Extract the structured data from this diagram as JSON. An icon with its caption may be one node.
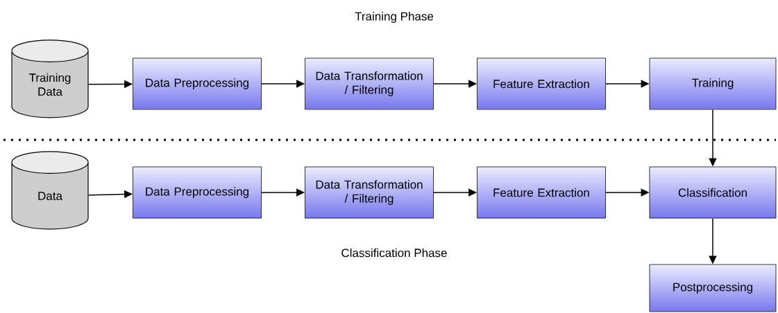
{
  "diagram": {
    "nodes": [
      {
        "text": [
          "Training Data"
        ]
      },
      {
        "text": [
          "Data Preprocessing"
        ]
      },
      {
        "text": [
          "Data Transformation / Filtering"
        ]
      },
      {
        "text": [
          "Feature Extraction"
        ]
      },
      {
        "text": [
          "Training"
        ]
      },
      {
        "text": [
          "Data"
        ]
      },
      {
        "text": [
          "Data Preprocessing"
        ]
      },
      {
        "text": [
          "Data Transformation / Filtering"
        ]
      },
      {
        "text": [
          "Feature Extraction"
        ]
      },
      {
        "text": [
          "Classification"
        ]
      },
      {
        "text": [
          "Postprocessing"
        ]
      }
    ],
    "edges": [
      {
        "from": 0,
        "to": 1,
        "arrow": "to"
      },
      {
        "from": 1,
        "to": 2,
        "arrow": "to"
      },
      {
        "from": 2,
        "to": 3,
        "arrow": "to"
      },
      {
        "from": 3,
        "to": 4,
        "arrow": "to"
      },
      {
        "from": 4,
        "to": 9,
        "arrow": "to"
      },
      {
        "from": 5,
        "to": 6,
        "arrow": "to"
      },
      {
        "from": 6,
        "to": 7,
        "arrow": "to"
      },
      {
        "from": 7,
        "to": 8,
        "arrow": "to"
      },
      {
        "from": 8,
        "to": 9,
        "arrow": "to"
      },
      {
        "from": 9,
        "to": 10,
        "arrow": "to"
      }
    ],
    "labels": [
      "Training Phase",
      "Classification Phase"
    ]
  }
}
